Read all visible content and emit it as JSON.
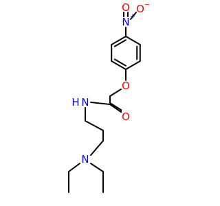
{
  "colors": {
    "bond": "#000000",
    "nitrogen": "#0000ff",
    "oxygen": "#ff0000",
    "background": "#ffffff"
  },
  "atoms": {
    "nitro_n": "N",
    "nitro_n_charge": "+",
    "nitro_o_top": "O",
    "nitro_o_right": "O",
    "nitro_o_right_charge": "−",
    "ether_o": "O",
    "carbonyl_o": "O",
    "amide_n": "N",
    "amide_h": "H",
    "amine_n": "N"
  }
}
